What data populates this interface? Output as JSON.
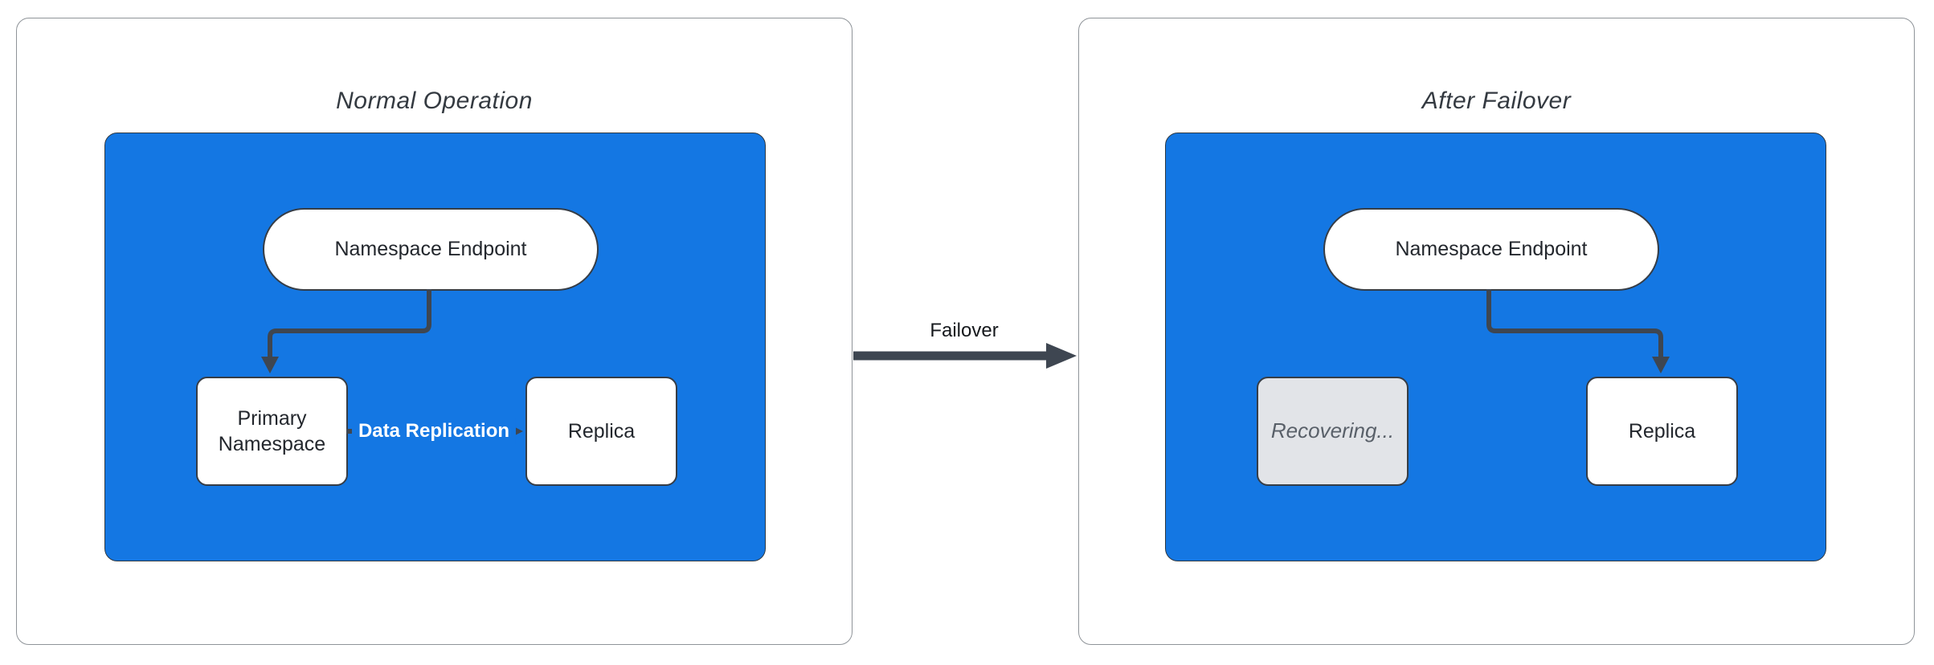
{
  "colors": {
    "accent-blue": "#1477e3",
    "edge-dark": "#3e4651",
    "node-border": "#363d46",
    "node-text": "#23272d",
    "title-text": "#343a41",
    "panel-border": "#8f9499",
    "recovering-fill": "#e2e4e8",
    "recovering-text": "#596069"
  },
  "panels": [
    {
      "title": "Normal Operation",
      "endpoint_label": "Namespace Endpoint",
      "left_node_label": "Primary Namespace",
      "right_node_label": "Replica",
      "edge_label": "Data Replication"
    },
    {
      "title": "After Failover",
      "endpoint_label": "Namespace Endpoint",
      "left_node_label": "Recovering...",
      "right_node_label": "Replica"
    }
  ],
  "failover": {
    "label": "Failover"
  }
}
